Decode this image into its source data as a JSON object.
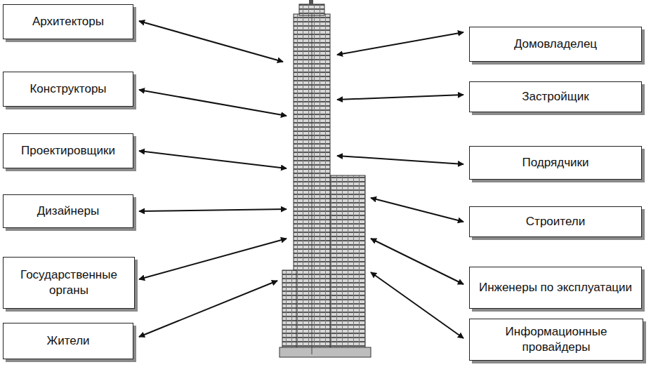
{
  "diagram": {
    "nodes": [
      {
        "text": [
          "Архитекторы"
        ]
      },
      {
        "text": [
          "Конструкторы"
        ]
      },
      {
        "text": [
          "Проектировщики"
        ]
      },
      {
        "text": [
          "Дизайнеры"
        ]
      },
      {
        "text": [
          "Государственные органы"
        ]
      },
      {
        "text": [
          "Жители"
        ]
      },
      {
        "text": [
          "Домовладелец"
        ]
      },
      {
        "text": [
          "Застройщик"
        ]
      },
      {
        "text": [
          "Подрядчики"
        ]
      },
      {
        "text": [
          "Строители"
        ]
      },
      {
        "text": [
          "Инженеры по эксплуатации"
        ]
      },
      {
        "text": [
          "Информационные провайдеры"
        ]
      }
    ]
  }
}
